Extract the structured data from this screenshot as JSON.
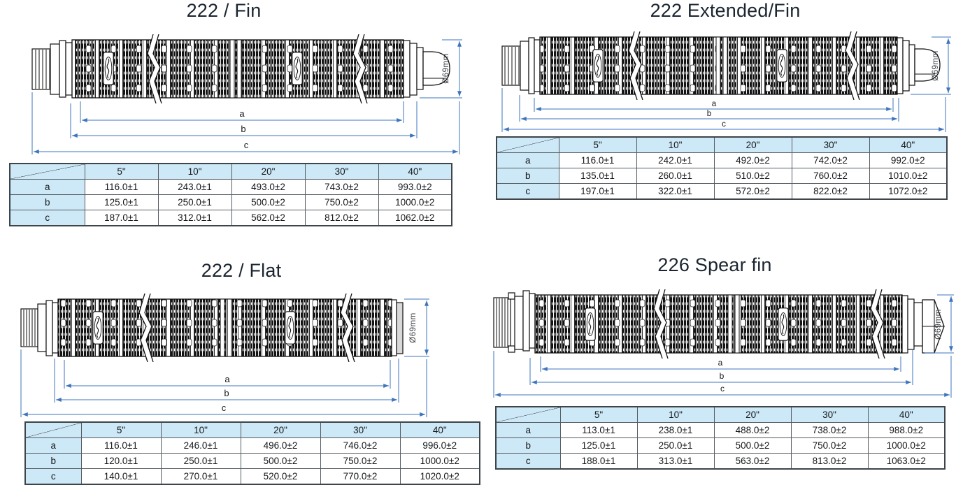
{
  "colors": {
    "dimension_blue": "#3e74be",
    "table_header_bg": "#cde8f6",
    "drawing_ink": "#111111",
    "title_color": "#1b2530"
  },
  "sections": [
    {
      "title": "222 / Fin",
      "diagram": {
        "end_cap": "fin",
        "connector": "222",
        "labels": {
          "a": "a",
          "b": "b",
          "c": "c"
        },
        "diameter_label": "Ø69mm"
      },
      "table": {
        "columns": [
          "5\"",
          "10\"",
          "20\"",
          "30\"",
          "40\""
        ],
        "rows": [
          {
            "label": "a",
            "values": [
              "116.0±1",
              "243.0±1",
              "493.0±2",
              "743.0±2",
              "993.0±2"
            ]
          },
          {
            "label": "b",
            "values": [
              "125.0±1",
              "250.0±1",
              "500.0±2",
              "750.0±2",
              "1000.0±2"
            ]
          },
          {
            "label": "c",
            "values": [
              "187.0±1",
              "312.0±1",
              "562.0±2",
              "812.0±2",
              "1062.0±2"
            ]
          }
        ]
      }
    },
    {
      "title": "222 Extended/Fin",
      "diagram": {
        "end_cap": "fin",
        "connector": "222 extended",
        "labels": {
          "a": "a",
          "b": "b",
          "c": "c"
        },
        "diameter_label": "Ø69mm"
      },
      "table": {
        "columns": [
          "5\"",
          "10\"",
          "20\"",
          "30\"",
          "40\""
        ],
        "rows": [
          {
            "label": "a",
            "values": [
              "116.0±1",
              "242.0±1",
              "492.0±2",
              "742.0±2",
              "992.0±2"
            ]
          },
          {
            "label": "b",
            "values": [
              "135.0±1",
              "260.0±1",
              "510.0±2",
              "760.0±2",
              "1010.0±2"
            ]
          },
          {
            "label": "c",
            "values": [
              "197.0±1",
              "322.0±1",
              "572.0±2",
              "822.0±2",
              "1072.0±2"
            ]
          }
        ]
      }
    },
    {
      "title": "222 / Flat",
      "diagram": {
        "end_cap": "flat",
        "connector": "222",
        "labels": {
          "a": "a",
          "b": "b",
          "c": "c"
        },
        "diameter_label": "Ø69mm"
      },
      "table": {
        "columns": [
          "5\"",
          "10\"",
          "20\"",
          "30\"",
          "40\""
        ],
        "rows": [
          {
            "label": "a",
            "values": [
              "116.0±1",
              "246.0±1",
              "496.0±2",
              "746.0±2",
              "996.0±2"
            ]
          },
          {
            "label": "b",
            "values": [
              "120.0±1",
              "250.0±1",
              "500.0±2",
              "750.0±2",
              "1000.0±2"
            ]
          },
          {
            "label": "c",
            "values": [
              "140.0±1",
              "270.0±1",
              "520.0±2",
              "770.0±2",
              "1020.0±2"
            ]
          }
        ]
      }
    },
    {
      "title": "226 Spear fin",
      "diagram": {
        "end_cap": "spear",
        "connector": "226",
        "labels": {
          "a": "a",
          "b": "b",
          "c": "c"
        },
        "diameter_label": "Ø69mm"
      },
      "table": {
        "columns": [
          "5\"",
          "10\"",
          "20\"",
          "30\"",
          "40\""
        ],
        "rows": [
          {
            "label": "a",
            "values": [
              "113.0±1",
              "238.0±1",
              "488.0±2",
              "738.0±2",
              "988.0±2"
            ]
          },
          {
            "label": "b",
            "values": [
              "125.0±1",
              "250.0±1",
              "500.0±2",
              "750.0±2",
              "1000.0±2"
            ]
          },
          {
            "label": "c",
            "values": [
              "188.0±1",
              "313.0±1",
              "563.0±2",
              "813.0±2",
              "1063.0±2"
            ]
          }
        ]
      }
    }
  ]
}
